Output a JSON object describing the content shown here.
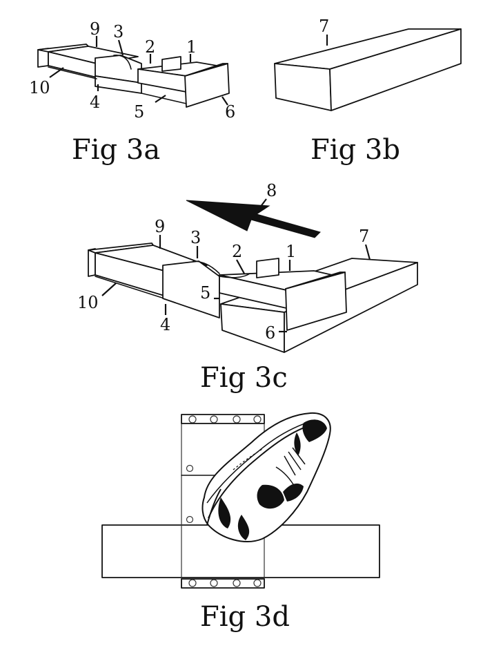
{
  "figures": {
    "fig3a": {
      "caption": "Fig 3a",
      "labels": {
        "n9": "9",
        "n3": "3",
        "n2": "2",
        "n1": "1",
        "n10": "10",
        "n4": "4",
        "n5": "5",
        "n6": "6"
      }
    },
    "fig3b": {
      "caption": "Fig 3b",
      "labels": {
        "n7": "7"
      }
    },
    "fig3c": {
      "caption": "Fig 3c",
      "labels": {
        "n8": "8",
        "n9": "9",
        "n3": "3",
        "n2": "2",
        "n1": "1",
        "n7": "7",
        "n10": "10",
        "n5": "5",
        "n4": "4",
        "n6": "6"
      }
    },
    "fig3d": {
      "caption": "Fig 3d"
    }
  }
}
